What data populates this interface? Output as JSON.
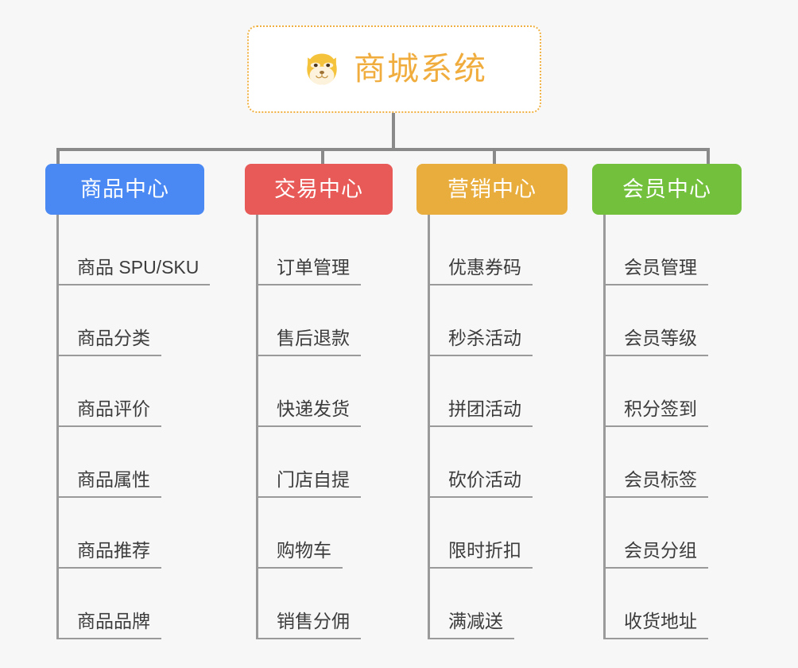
{
  "root": {
    "title": "商城系统",
    "icon": "shiba-dog-icon",
    "border_color": "#f0b040",
    "text_color": "#f0ad3e"
  },
  "branches": [
    {
      "label": "商品中心",
      "color": "#4a89f3",
      "items": [
        "商品 SPU/SKU",
        "商品分类",
        "商品评价",
        "商品属性",
        "商品推荐",
        "商品品牌"
      ]
    },
    {
      "label": "交易中心",
      "color": "#e85a58",
      "items": [
        "订单管理",
        "售后退款",
        "快递发货",
        "门店自提",
        "购物车",
        "销售分佣"
      ]
    },
    {
      "label": "营销中心",
      "color": "#e8ad3c",
      "items": [
        "优惠券码",
        "秒杀活动",
        "拼团活动",
        "砍价活动",
        "限时折扣",
        "满减送"
      ]
    },
    {
      "label": "会员中心",
      "color": "#72c03c",
      "items": [
        "会员管理",
        "会员等级",
        "积分签到",
        "会员标签",
        "会员分组",
        "收货地址"
      ]
    }
  ],
  "canvas": {
    "background": "#f7f7f7",
    "connector_color": "#8a8a8a",
    "leaf_line_color": "#9a9a9a",
    "leaf_text_color": "#3c3c3c"
  }
}
